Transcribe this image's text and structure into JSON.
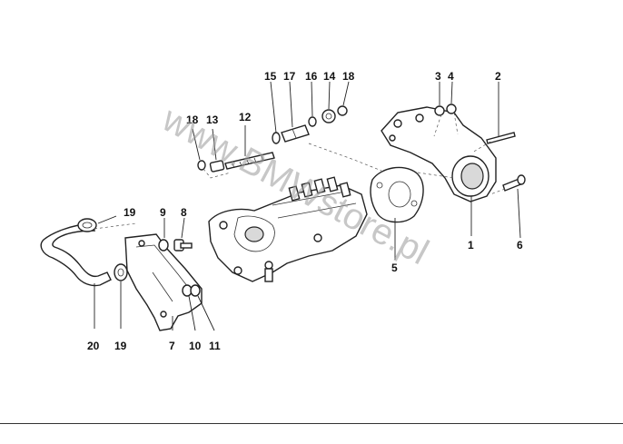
{
  "diagram": {
    "watermark": "www.BMWstore.pl",
    "callouts": [
      {
        "id": "c20",
        "text": "20"
      },
      {
        "id": "c19a",
        "text": "19"
      },
      {
        "id": "c7",
        "text": "7"
      },
      {
        "id": "c10",
        "text": "10"
      },
      {
        "id": "c11",
        "text": "11"
      },
      {
        "id": "c19b",
        "text": "19"
      },
      {
        "id": "c9",
        "text": "9"
      },
      {
        "id": "c8",
        "text": "8"
      },
      {
        "id": "c18a",
        "text": "18"
      },
      {
        "id": "c13",
        "text": "13"
      },
      {
        "id": "c12",
        "text": "12"
      },
      {
        "id": "c15",
        "text": "15"
      },
      {
        "id": "c17",
        "text": "17"
      },
      {
        "id": "c16",
        "text": "16"
      },
      {
        "id": "c14",
        "text": "14"
      },
      {
        "id": "c18b",
        "text": "18"
      },
      {
        "id": "c3",
        "text": "3"
      },
      {
        "id": "c4",
        "text": "4"
      },
      {
        "id": "c2",
        "text": "2"
      },
      {
        "id": "c1",
        "text": "1"
      },
      {
        "id": "c6",
        "text": "6"
      },
      {
        "id": "c5",
        "text": "5"
      }
    ]
  }
}
